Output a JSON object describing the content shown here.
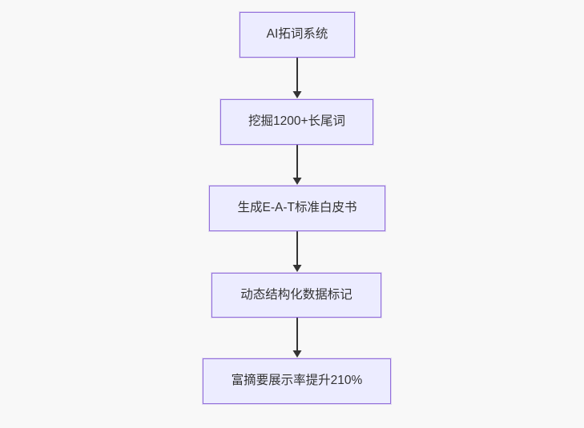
{
  "diagram": {
    "type": "flowchart",
    "direction": "top-down",
    "colors": {
      "node_fill": "#ECECFF",
      "node_border": "#9370DB",
      "arrow": "#333333",
      "text": "#333333",
      "background": "#f8f8f8"
    },
    "nodes": [
      {
        "id": "step-1",
        "label": "AI拓词系统"
      },
      {
        "id": "step-2",
        "label": "挖掘1200+长尾词"
      },
      {
        "id": "step-3",
        "label": "生成E-A-T标准白皮书"
      },
      {
        "id": "step-4",
        "label": "动态结构化数据标记"
      },
      {
        "id": "step-5",
        "label": "富摘要展示率提升210%"
      }
    ],
    "edges": [
      {
        "from": "step-1",
        "to": "step-2"
      },
      {
        "from": "step-2",
        "to": "step-3"
      },
      {
        "from": "step-3",
        "to": "step-4"
      },
      {
        "from": "step-4",
        "to": "step-5"
      }
    ]
  }
}
